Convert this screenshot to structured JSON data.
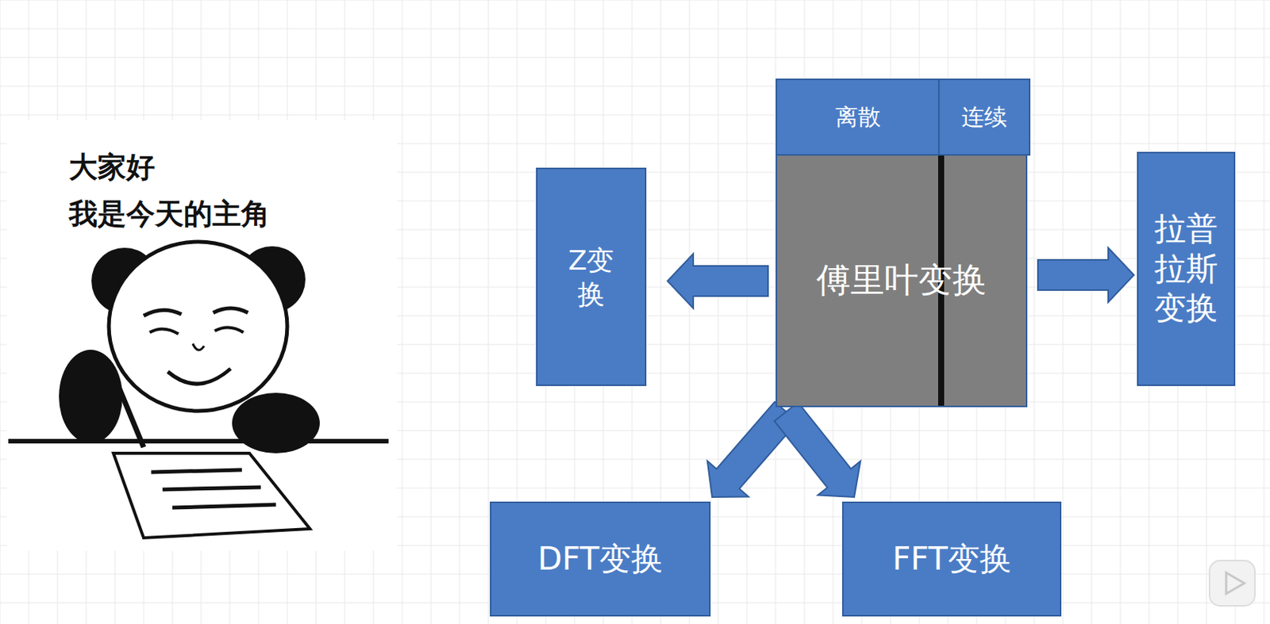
{
  "diagram": {
    "nodes": [
      {
        "text": [
          "傅里叶变换"
        ]
      },
      {
        "text": [
          "离散"
        ],
        "in": 0
      },
      {
        "text": [
          "连续"
        ],
        "in": 0
      },
      {
        "text": [
          "Z变换"
        ]
      },
      {
        "text": [
          "拉普拉斯变换"
        ]
      },
      {
        "text": [
          "DFT变换"
        ]
      },
      {
        "text": [
          "FFT变换"
        ]
      }
    ],
    "edges": [
      {
        "from": 0,
        "to": 3,
        "arrow": "to"
      },
      {
        "from": 0,
        "to": 4,
        "arrow": "to"
      },
      {
        "from": 0,
        "to": 5,
        "arrow": "to"
      },
      {
        "from": 0,
        "to": 6,
        "arrow": "to"
      }
    ],
    "labels": [
      "大家好",
      "我是今天的主角"
    ]
  }
}
